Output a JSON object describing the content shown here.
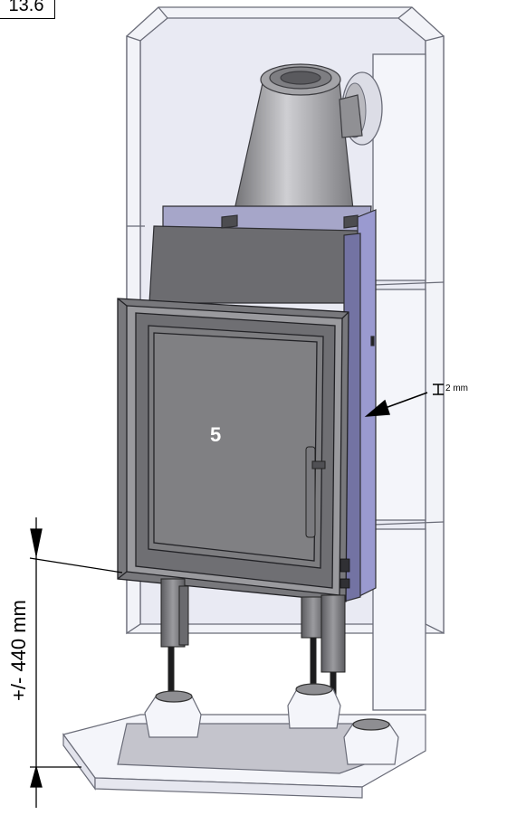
{
  "figure": {
    "corner_label": "13.6",
    "part_number": "5",
    "gap_label": "2 mm",
    "height_label": "+/- 440 mm"
  },
  "colors": {
    "insulation_fill": "#f2f3f8",
    "insulation_edge": "#6a6c78",
    "steel_dark": "#6f6f73",
    "steel_mid": "#8e8e92",
    "steel_light": "#bdbdc2",
    "lining_blue": "#9a9ad0",
    "door_glass": "#7d7d80"
  }
}
